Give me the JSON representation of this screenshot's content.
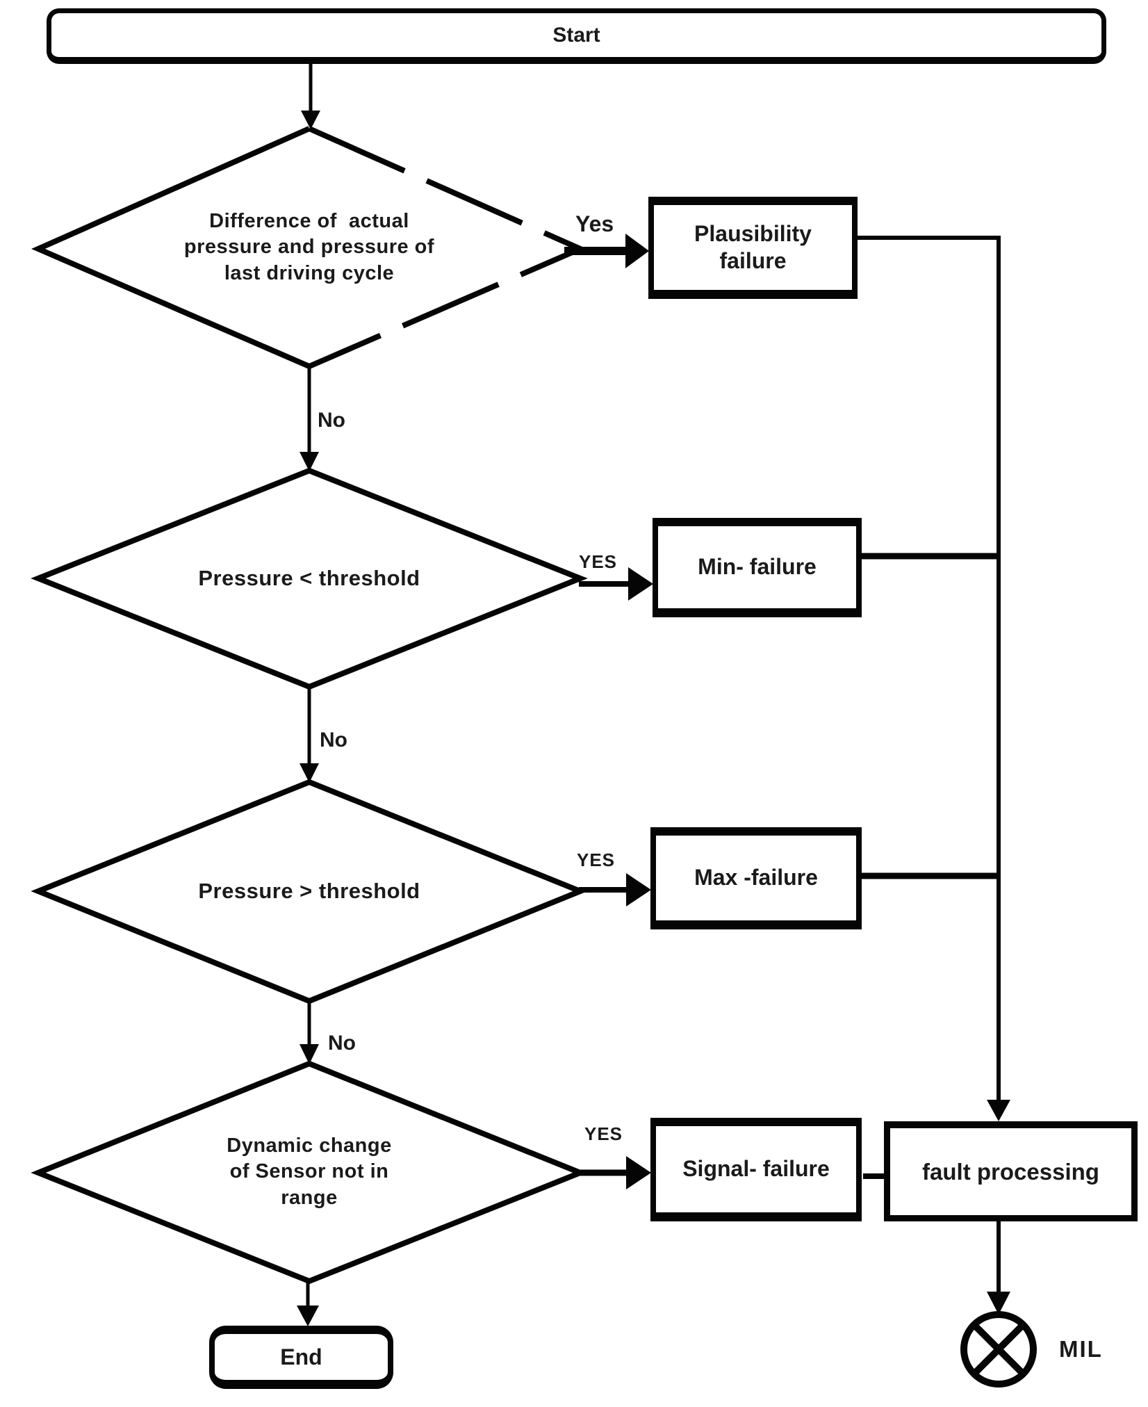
{
  "colors": {
    "background": "#ffffff",
    "line": "#050505",
    "text": "#1a1a1a"
  },
  "flowchart": {
    "start": {
      "label": "Start"
    },
    "decision1": {
      "label": "Difference of  actual\npressure and pressure of\nlast driving cycle",
      "yes": "Yes",
      "no": "No"
    },
    "outcome1": {
      "label": "Plausibility\nfailure"
    },
    "decision2": {
      "label": "Pressure < threshold",
      "yes": "YES",
      "no": "No"
    },
    "outcome2": {
      "label": "Min- failure"
    },
    "decision3": {
      "label": "Pressure > threshold",
      "yes": "YES",
      "no": "No"
    },
    "outcome3": {
      "label": "Max -failure"
    },
    "decision4": {
      "label": "Dynamic change\nof Sensor not in\nrange",
      "yes": "YES"
    },
    "outcome4": {
      "label": "Signal- failure"
    },
    "fault": {
      "label": "fault processing"
    },
    "end": {
      "label": "End"
    },
    "mil": {
      "label": "MIL"
    }
  }
}
